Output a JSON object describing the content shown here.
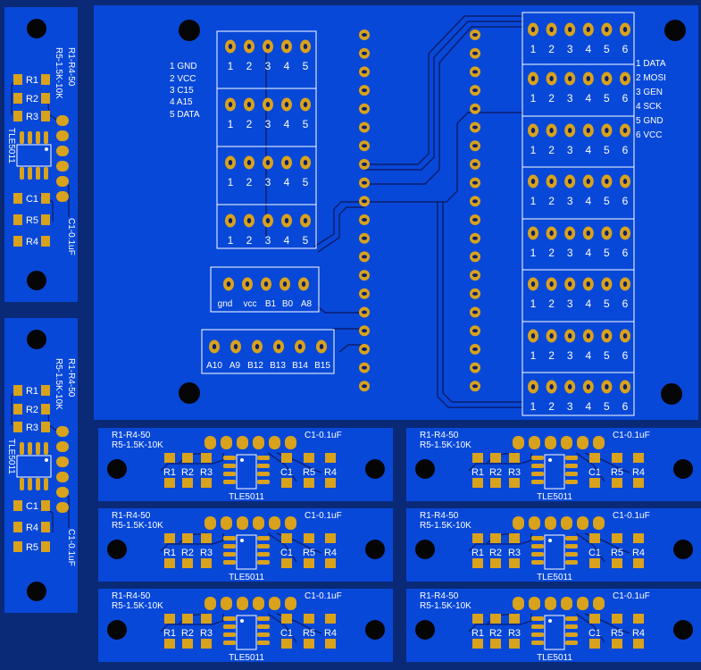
{
  "colors": {
    "background": "#0a2a78",
    "board": "#0848d8",
    "pad": "#d9a21c",
    "silk": "#ffffff",
    "trace": "#0a1e6e",
    "hole": "#050505"
  },
  "main_board": {
    "left_pinout": [
      "1 GND",
      "2 VCC",
      "3 C15",
      "4 A15",
      "5 DATA"
    ],
    "right_pinout": [
      "1 DATA",
      "2 MOSI",
      "3 GEN",
      "4 SCK",
      "5 GND",
      "6 VCC"
    ],
    "header5_numbers": [
      "1",
      "2",
      "3",
      "4",
      "5"
    ],
    "header6_numbers": [
      "1",
      "2",
      "3",
      "4",
      "5",
      "6"
    ],
    "power_header_labels": [
      "gnd",
      "vcc",
      "B1",
      "B0",
      "A8"
    ],
    "port_header_labels": [
      "A10",
      "A9",
      "B12",
      "B13",
      "B14",
      "B15"
    ]
  },
  "sensor_board": {
    "resistor_note_1": "R1-R4-50",
    "resistor_note_2": "R5-1.5K-10K",
    "cap_note": "C1-0.1uF",
    "chip_label": "TLE5011",
    "labels": {
      "r1": "R1",
      "r2": "R2",
      "r3": "R3",
      "r4": "R4",
      "r5": "R5",
      "c1": "C1"
    }
  }
}
